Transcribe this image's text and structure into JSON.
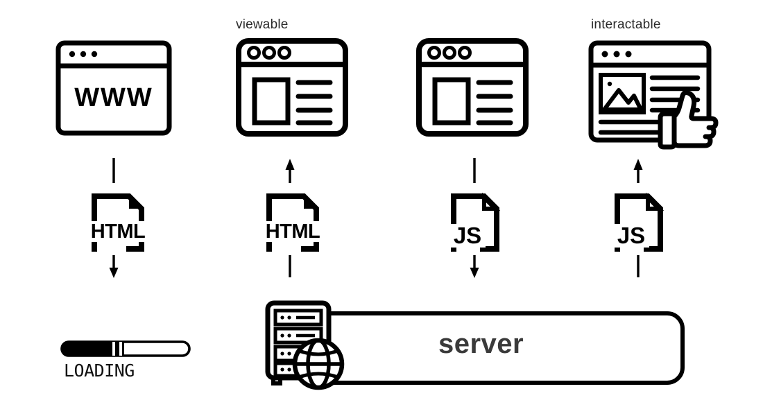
{
  "diagram": {
    "title": "web page rendering pipeline",
    "background": "#ffffff",
    "stroke_color": "#000000",
    "label_color": "#2b2b2b",
    "server_text_color": "#3a3a3a"
  },
  "columns": [
    {
      "id": "col-1",
      "label": "",
      "browser": {
        "kind": "www-browser",
        "text": "WWW",
        "dots": 3,
        "dots_style": "filled"
      },
      "connector_top": {
        "type": "line",
        "direction": "none"
      },
      "file": {
        "kind": "html-file",
        "text": "HTML"
      },
      "connector_bottom": {
        "type": "arrow",
        "direction": "down"
      }
    },
    {
      "id": "col-2",
      "label": "viewable",
      "browser": {
        "kind": "content-browser",
        "text": "",
        "dots": 3,
        "dots_style": "hollow",
        "text_lines": 4
      },
      "connector_top": {
        "type": "arrow",
        "direction": "up"
      },
      "file": {
        "kind": "html-file",
        "text": "HTML"
      },
      "connector_bottom": {
        "type": "line",
        "direction": "none"
      }
    },
    {
      "id": "col-3",
      "label": "",
      "browser": {
        "kind": "content-browser",
        "text": "",
        "dots": 3,
        "dots_style": "hollow",
        "text_lines": 4
      },
      "connector_top": {
        "type": "line",
        "direction": "none"
      },
      "file": {
        "kind": "js-file",
        "text": "JS"
      },
      "connector_bottom": {
        "type": "arrow",
        "direction": "down"
      }
    },
    {
      "id": "col-4",
      "label": "interactable",
      "browser": {
        "kind": "rich-browser",
        "text": "",
        "dots": 3,
        "dots_style": "filled",
        "badge": "thumbs-up",
        "text_lines": 4
      },
      "connector_top": {
        "type": "arrow",
        "direction": "up"
      },
      "file": {
        "kind": "js-file",
        "text": "JS"
      },
      "connector_bottom": {
        "type": "line",
        "direction": "none"
      }
    }
  ],
  "loading": {
    "label": "LOADING",
    "progress_percent": 47,
    "segments": 3
  },
  "server": {
    "label": "server",
    "icon": "server-tower-globe",
    "rack_slots": 4
  }
}
